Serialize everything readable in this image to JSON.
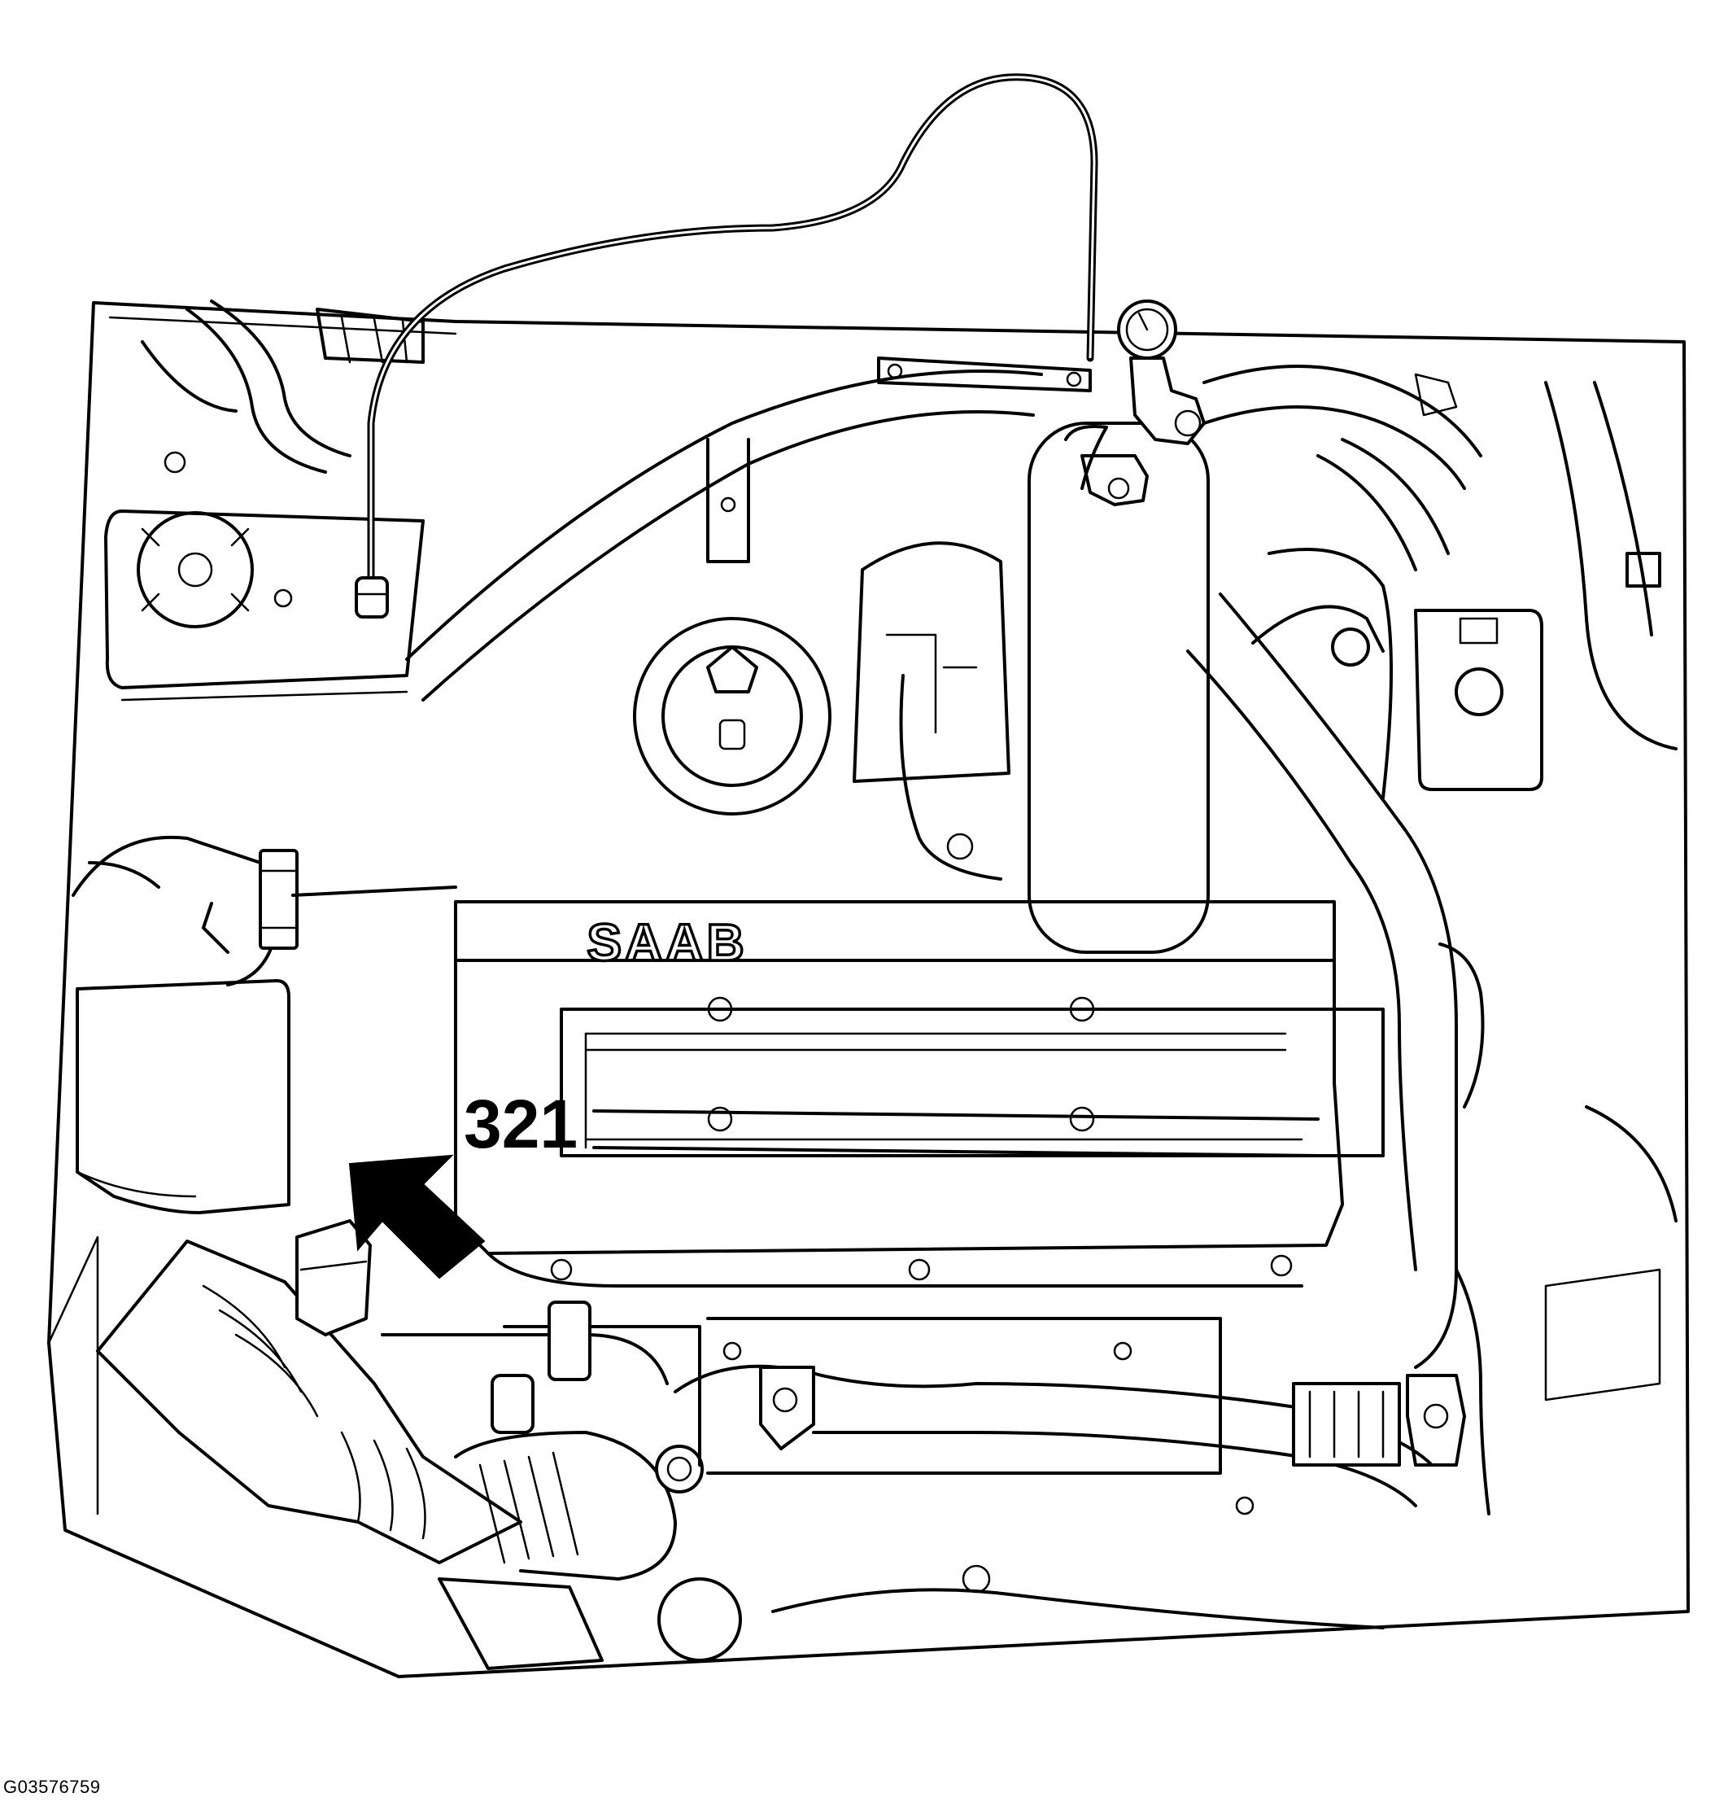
{
  "diagram": {
    "callouts": [
      {
        "label": "321"
      }
    ],
    "brand_marking": "SAAB",
    "figure_id": "G03576759",
    "colors": {
      "line": "#000000",
      "background": "#ffffff"
    }
  }
}
